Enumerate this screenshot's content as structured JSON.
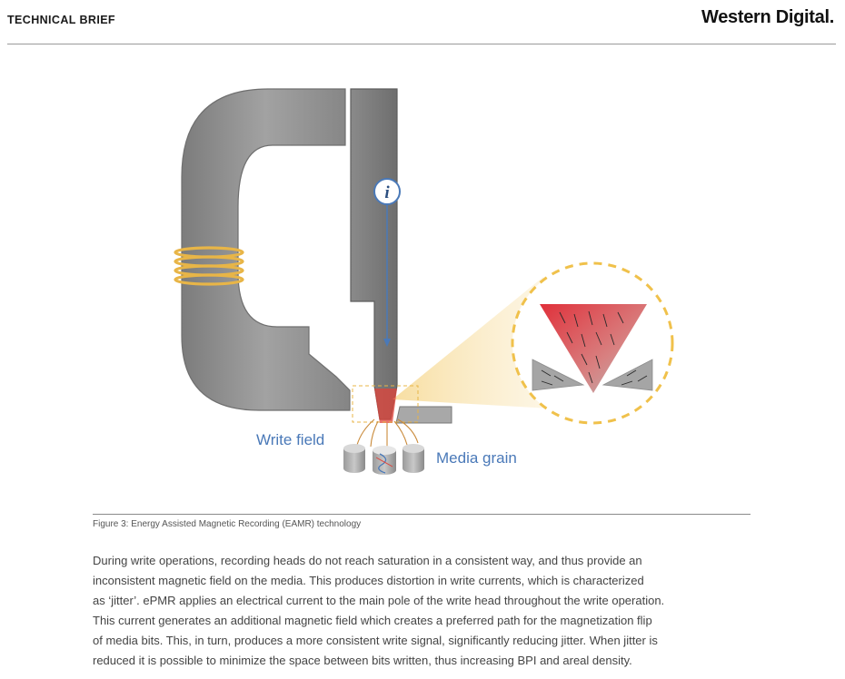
{
  "header": {
    "section_label": "TECHNICAL BRIEF",
    "brand_name": "Western Digital",
    "brand_dot": "."
  },
  "figure": {
    "current_symbol": "i",
    "write_field_label": "Write field",
    "media_grain_label": "Media grain",
    "caption": "Figure 3: Energy Assisted Magnetic Recording (EAMR) technology"
  },
  "body": {
    "lines": [
      "During write operations, recording heads do not reach saturation in a consistent way, and thus provide an",
      "inconsistent magnetic field on the media. This produces distortion in write currents, which is characterized",
      "as ‘jitter’. ePMR applies an electrical current to the main pole of the write head throughout the write operation.",
      "This current generates an additional magnetic field which creates a preferred path for the magnetization flip",
      "of media bits. This, in turn, produces a more consistent write signal, significantly reducing jitter. When jitter is",
      "reduced it is possible to minimize the space between bits written, thus increasing BPI and areal density."
    ]
  },
  "colors": {
    "head_gray": "#8e8e8e",
    "coil_gold": "#e8b547",
    "field_red": "#e0433a",
    "label_blue": "#4a79b8",
    "zoom_dash": "#f0c14b"
  }
}
